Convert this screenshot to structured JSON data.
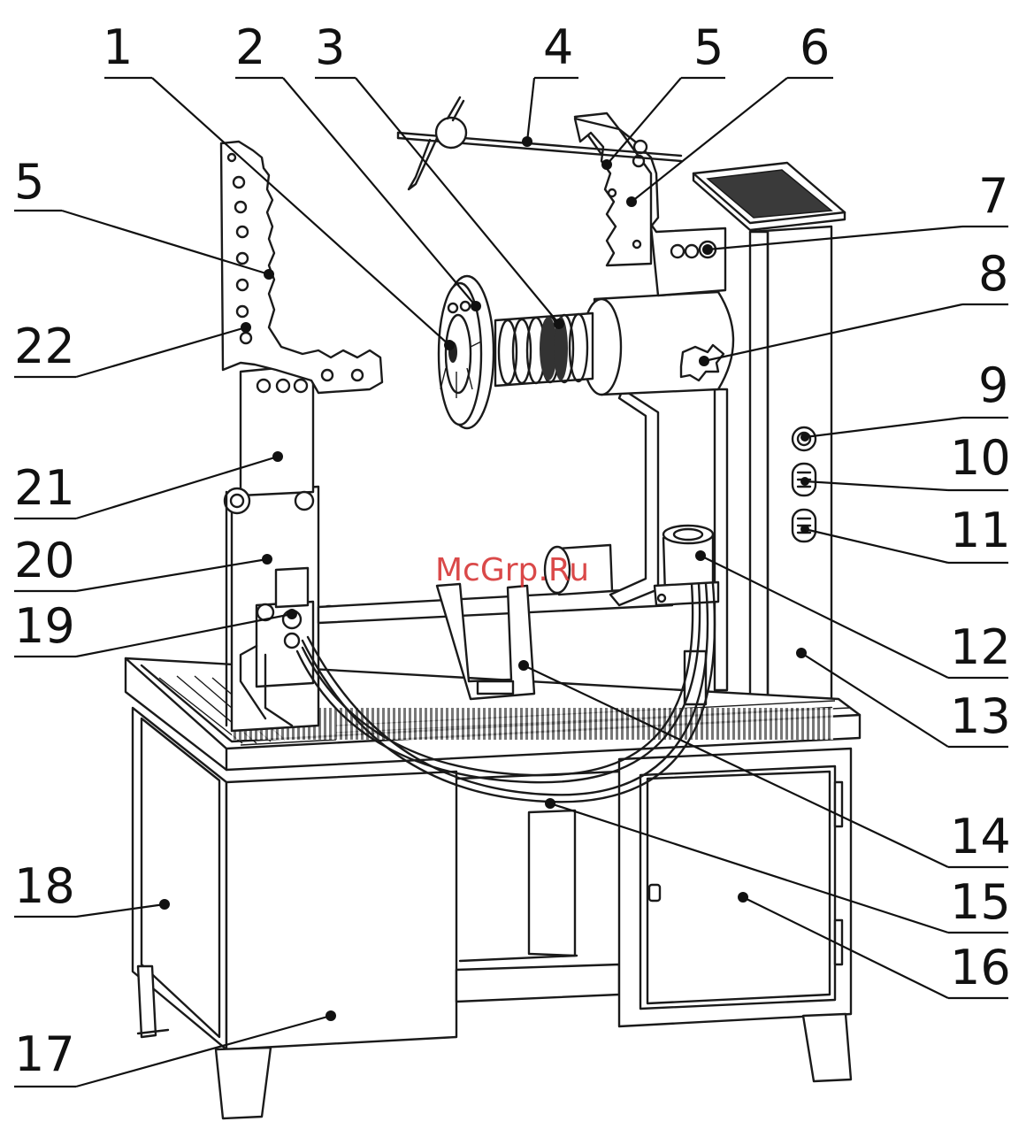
{
  "watermark": "McGrp.Ru",
  "callouts": [
    {
      "id": "c1",
      "label": "1"
    },
    {
      "id": "c2",
      "label": "2"
    },
    {
      "id": "c3",
      "label": "3"
    },
    {
      "id": "c4",
      "label": "4"
    },
    {
      "id": "c5a",
      "label": "5"
    },
    {
      "id": "c6",
      "label": "6"
    },
    {
      "id": "c5b",
      "label": "5"
    },
    {
      "id": "c7",
      "label": "7"
    },
    {
      "id": "c8",
      "label": "8"
    },
    {
      "id": "c22",
      "label": "22"
    },
    {
      "id": "c9",
      "label": "9"
    },
    {
      "id": "c10",
      "label": "10"
    },
    {
      "id": "c21",
      "label": "21"
    },
    {
      "id": "c11",
      "label": "11"
    },
    {
      "id": "c20",
      "label": "20"
    },
    {
      "id": "c19",
      "label": "19"
    },
    {
      "id": "c12",
      "label": "12"
    },
    {
      "id": "c13",
      "label": "13"
    },
    {
      "id": "c14",
      "label": "14"
    },
    {
      "id": "c15",
      "label": "15"
    },
    {
      "id": "c16",
      "label": "16"
    },
    {
      "id": "c18",
      "label": "18"
    },
    {
      "id": "c17",
      "label": "17"
    }
  ]
}
